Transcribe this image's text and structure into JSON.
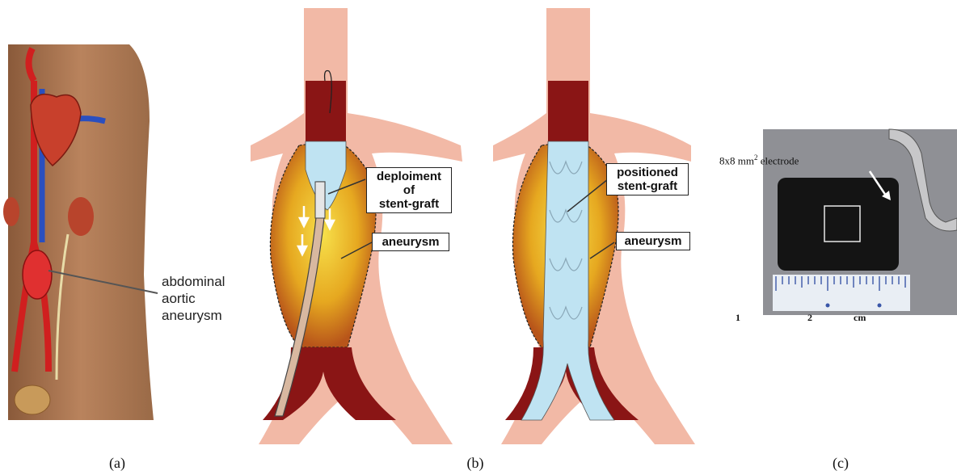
{
  "panel_a": {
    "label_lines": [
      "abdominal",
      "aortic",
      "aneurysm"
    ]
  },
  "panel_b": {
    "left": {
      "callout_lines": [
        "deploiment",
        "of",
        "stent-graft"
      ],
      "aneurysm_label": "aneurysm"
    },
    "right": {
      "callout_lines": [
        "positioned",
        "stent-graft"
      ],
      "aneurysm_label": "aneurysm"
    }
  },
  "panel_c": {
    "electrode_label": "8x8 mm",
    "electrode_label_sup": "2",
    "electrode_label_suffix": " electrode",
    "ruler_labels": [
      "1",
      "2",
      "cm"
    ]
  },
  "captions": [
    "(a)",
    "(b)",
    "(c)"
  ],
  "colors": {
    "skin": "#b07a55",
    "artery": "#d01f1f",
    "vein": "#2a4fbf",
    "aneurysm_fill": "#e6a820",
    "aortic_wall": "#8a1515",
    "stent_graft": "#bfe3f2",
    "vessel_pink": "#f2b9a6",
    "electrode": "#141414",
    "photo_bg": "#8f9095"
  }
}
